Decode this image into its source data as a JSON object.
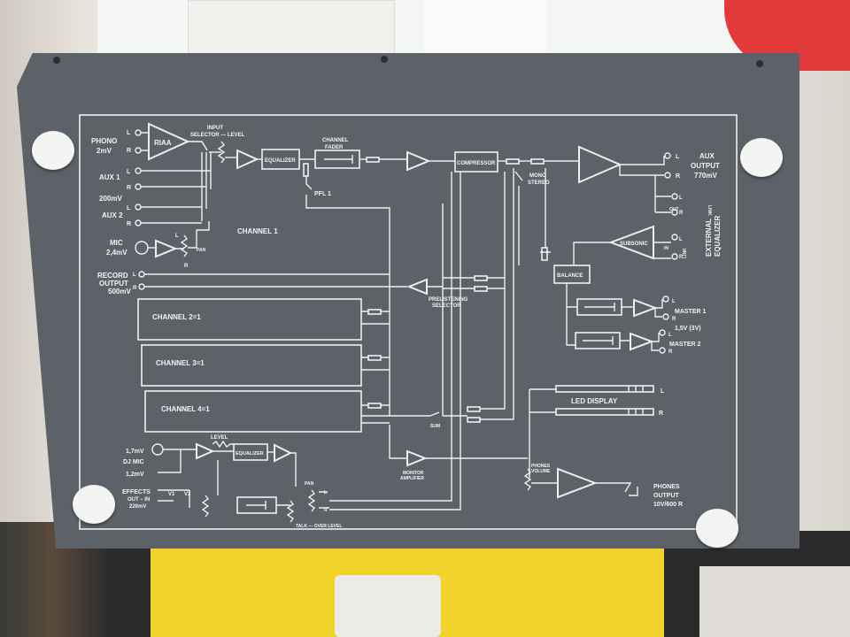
{
  "inputs": {
    "phono": "PHONO",
    "phono_level": "2mV",
    "aux1": "AUX 1",
    "aux_level": "200mV",
    "aux2": "AUX 2",
    "mic": "MIC",
    "mic_level": "2,4mV",
    "record_output": "RECORD",
    "record_output_2": "OUTPUT",
    "record_level": "500mV",
    "left": "L",
    "right": "R"
  },
  "blocks": {
    "riaa": "RIAA",
    "input_selector": "INPUT",
    "input_selector_2": "SELECTOR — LEVEL",
    "equalizer": "EQUALIZER",
    "channel_fader": "CHANNEL",
    "channel_fader_2": "FADER",
    "compressor": "COMPRESSOR",
    "pfl": "PFL 1",
    "pan": "PAN",
    "channel1": "CHANNEL 1",
    "mono_stereo": "MONO",
    "mono_stereo_2": "STEREO",
    "subsonic": "SUBSONIC",
    "balance": "BALANCE",
    "prelisten": "PRELISTENING",
    "prelisten_2": "SELECTOR",
    "sum": "SUM",
    "monitor": "MONITOR",
    "monitor_2": "AMPLIFIER",
    "phones_volume": "PHONES",
    "phones_volume_2": "VOLUME",
    "led_display": "LED DISPLAY",
    "level": "LEVEL",
    "talk_over": "TALK — OVER LEVEL"
  },
  "channels": [
    "CHANNEL 2=1",
    "CHANNEL 3=1",
    "CHANNEL 4=1"
  ],
  "outputs": {
    "aux_output": "AUX",
    "aux_output_2": "OUTPUT",
    "aux_level": "770mV",
    "external_eq": "EXTERNAL",
    "external_eq_2": "EQUALIZER",
    "out": "OUT",
    "in": "IN",
    "link": "LINK",
    "master1": "MASTER 1",
    "master_level": "1,5V (3V)",
    "master2": "MASTER 2",
    "phones": "PHONES",
    "phones_2": "OUTPUT",
    "phones_level": "10V/600 R"
  },
  "dj": {
    "dj_mic": "DJ MIC",
    "level_a": "1,7mV",
    "level_b": "1,2mV",
    "effects": "EFFECTS",
    "effects_2": "OUT – IN",
    "effects_level": "220mV",
    "v1": "V1",
    "v2": "V2"
  },
  "colors": {
    "panel": "#5d6268",
    "lines": "#eef0f0",
    "knobs": "#f4f4f2"
  }
}
